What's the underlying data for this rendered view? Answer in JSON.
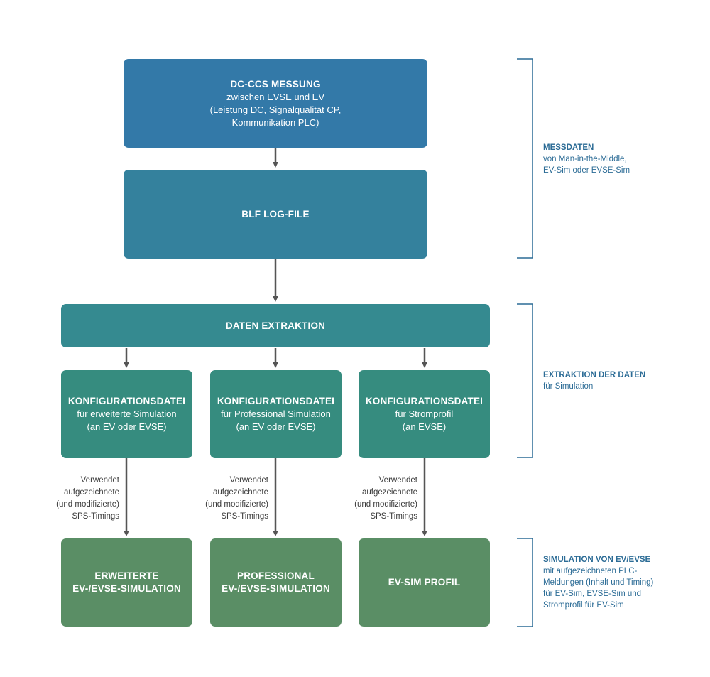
{
  "boxes": {
    "measure": {
      "title": "DC-CCS MESSUNG",
      "line1": "zwischen EVSE und EV",
      "line2": "(Leistung DC, Signalqualität CP,",
      "line3": "Kommunikation PLC)"
    },
    "blf": {
      "title": "BLF LOG-FILE"
    },
    "extract": {
      "title": "DATEN EXTRAKTION"
    },
    "configs": [
      {
        "title": "KONFIGURATIONSDATEI",
        "line1": "für erweiterte Simulation",
        "line2": "(an EV oder EVSE)"
      },
      {
        "title": "KONFIGURATIONSDATEI",
        "line1": "für Professional Simulation",
        "line2": "(an EV oder EVSE)"
      },
      {
        "title": "KONFIGURATIONSDATEI",
        "line1": "für Stromprofil",
        "line2": "(an EVSE)"
      }
    ],
    "sims": [
      {
        "line1": "ERWEITERTE",
        "line2": "EV-/EVSE-SIMULATION"
      },
      {
        "line1": "PROFESSIONAL",
        "line2": "EV-/EVSE-SIMULATION"
      },
      {
        "line1": "EV-SIM PROFIL"
      }
    ]
  },
  "notes": [
    {
      "line1": "Verwendet",
      "line2": "aufgezeichnete",
      "line3": "(und modifizierte)",
      "line4": "SPS-Timings"
    },
    {
      "line1": "Verwendet",
      "line2": "aufgezeichnete",
      "line3": "(und modifizierte)",
      "line4": "SPS-Timings"
    },
    {
      "line1": "Verwendet",
      "line2": "aufgezeichnete",
      "line3": "(und modifizierte)",
      "line4": "SPS-Timings"
    }
  ],
  "sidebar": [
    {
      "title": "MESSDATEN",
      "lines": [
        "von Man-in-the-Middle,",
        "EV-Sim oder EVSE-Sim"
      ]
    },
    {
      "title": "EXTRAKTION DER DATEN",
      "lines": [
        "für Simulation"
      ]
    },
    {
      "title": "SIMULATION VON EV/EVSE",
      "lines": [
        "mit aufgezeichneten PLC-",
        "Meldungen (Inhalt und Timing)",
        "für EV-Sim, EVSE-Sim und",
        "Stromprofil für EV-Sim"
      ]
    }
  ],
  "colors": {
    "measure": "#3379a8",
    "blf": "#34819d",
    "extract": "#358a90",
    "config": "#368c7f",
    "simulation": "#5a8e65",
    "arrow": "#555555",
    "bracket": "#2c6c96"
  }
}
